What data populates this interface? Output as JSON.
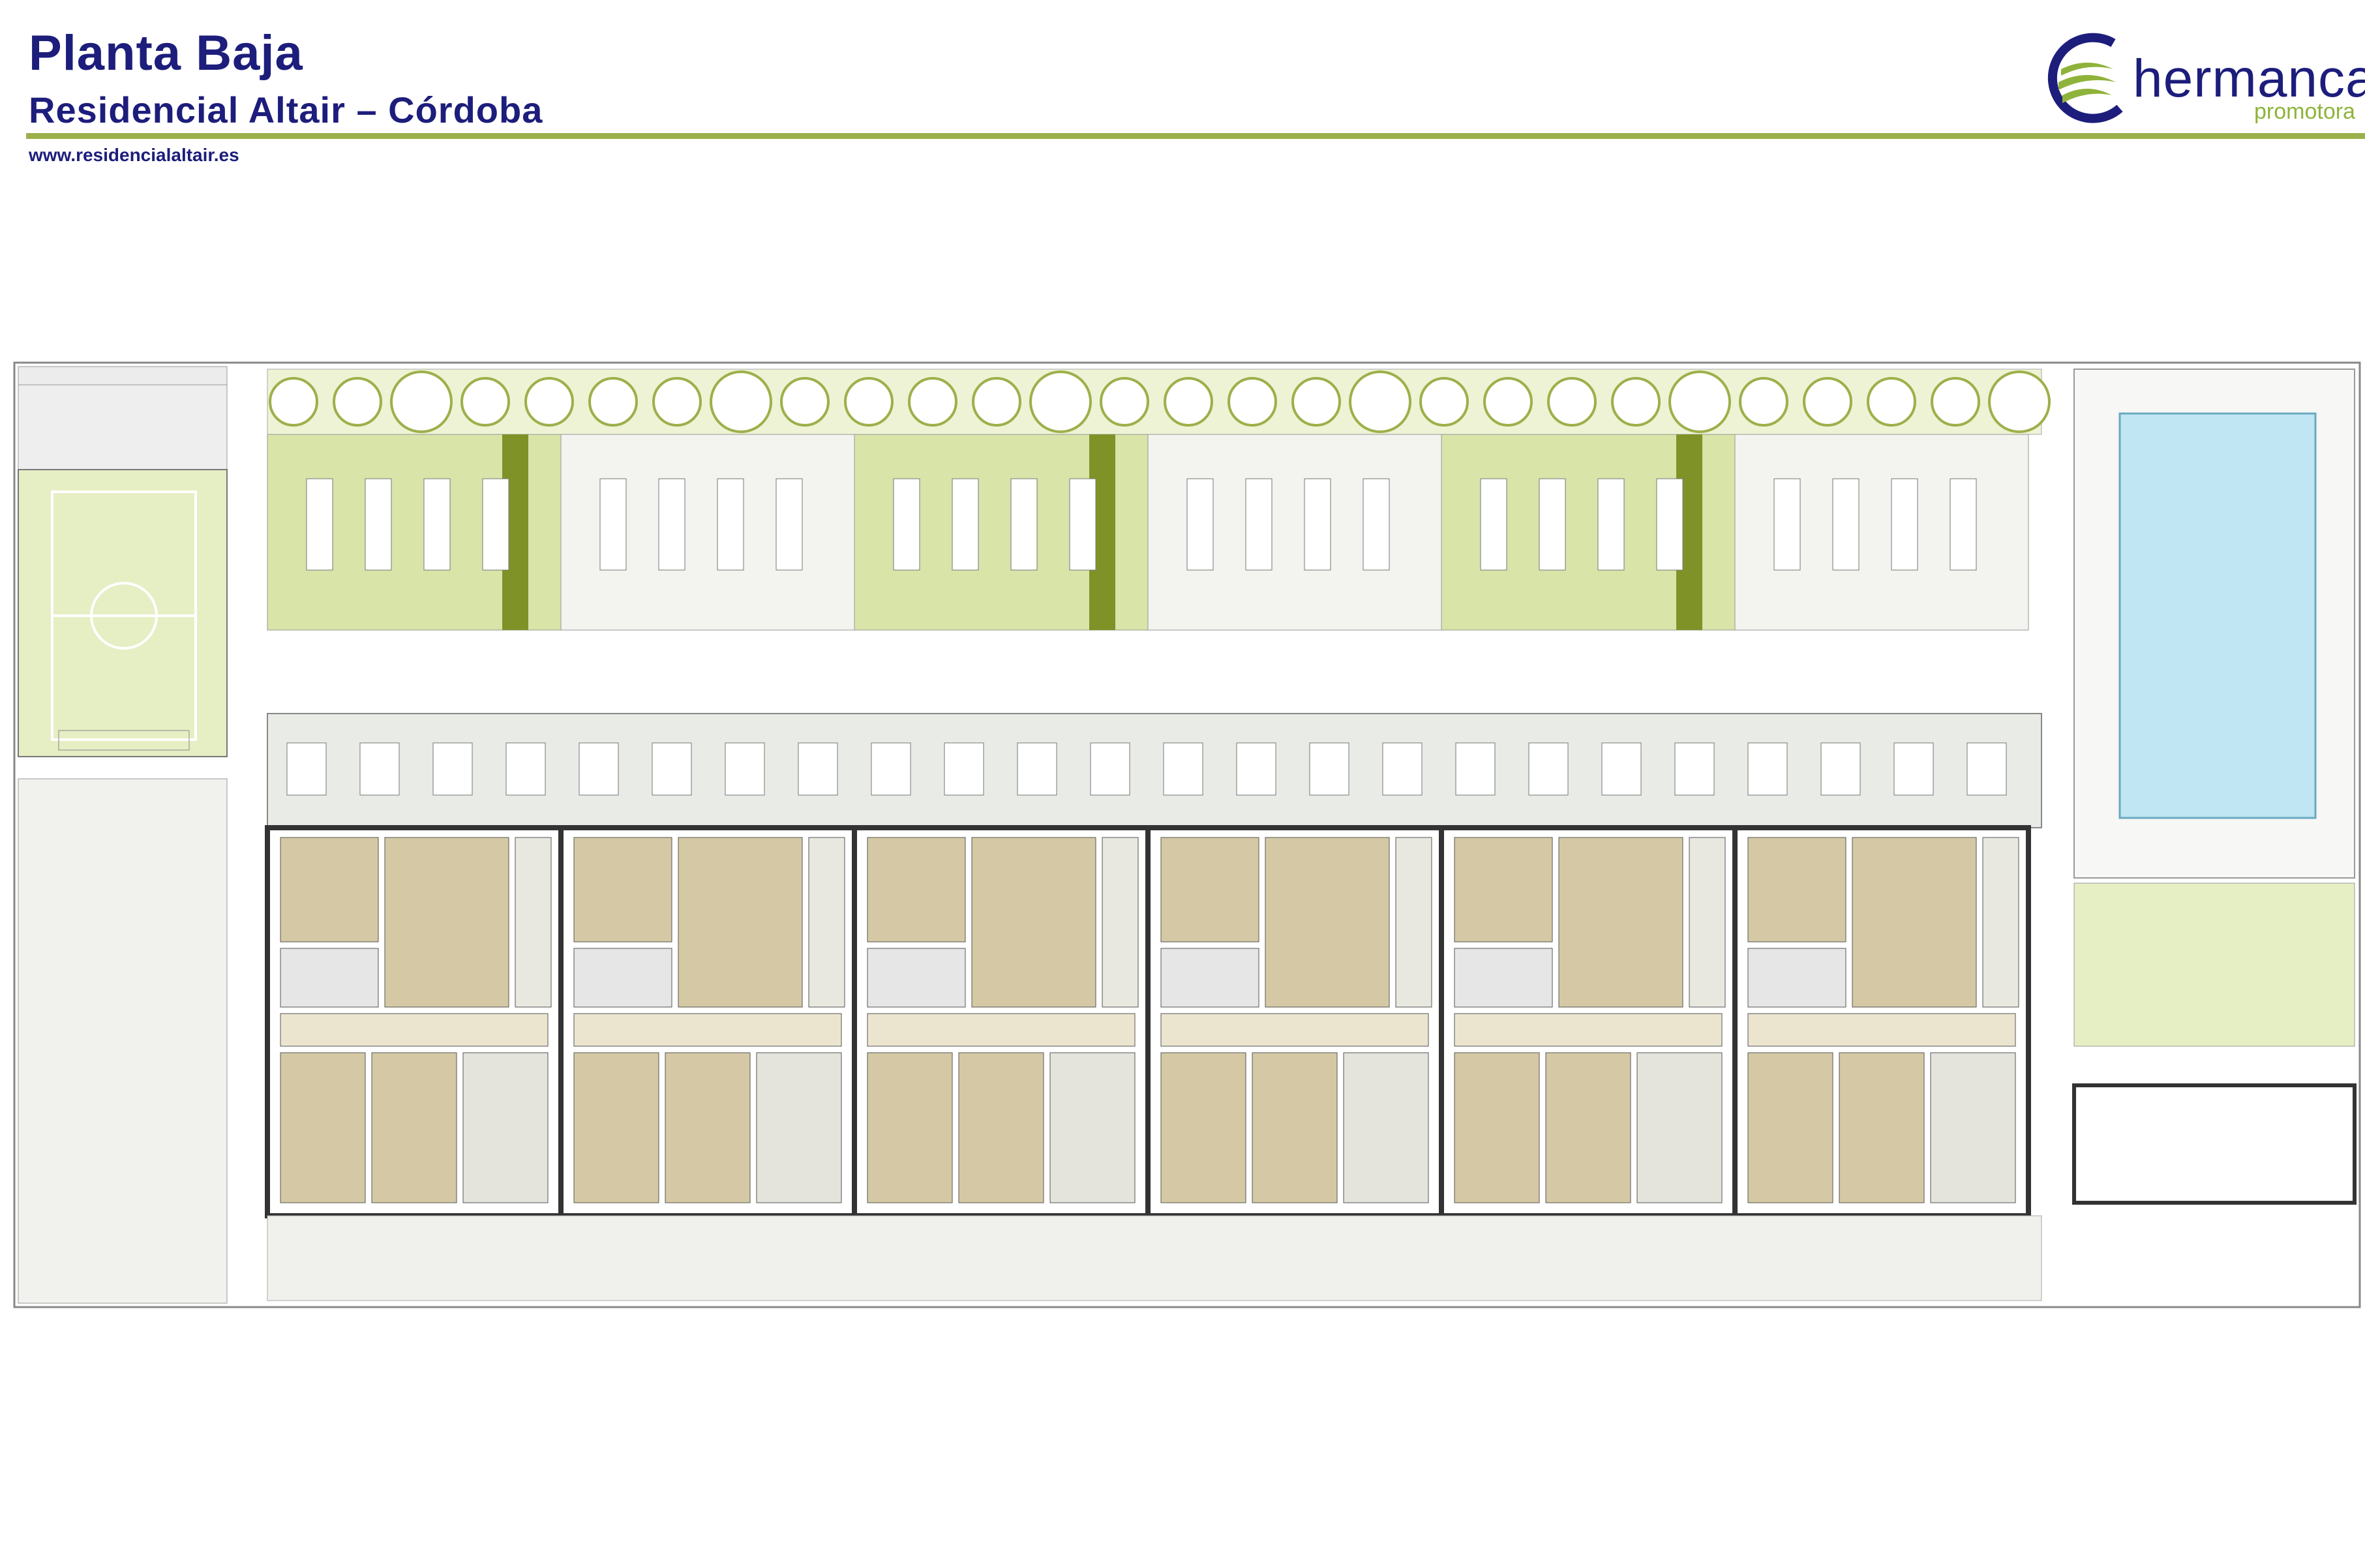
{
  "header": {
    "title": "Planta Baja",
    "subtitle": "Residencial  Altair – Córdoba",
    "url": "www.residencialaltair.es"
  },
  "logo": {
    "wordmark": "hermanca",
    "tagline": "promotora",
    "icon": "hermanca-logo-mark"
  },
  "colors": {
    "title_blue": "#1d1d7c",
    "accent_green": "#9cb04a",
    "lawn_green": "#d8e4a8",
    "hedge_green": "#7f9228",
    "room_tan": "#d4c9a4",
    "pool_blue": "#bfe6f2"
  }
}
